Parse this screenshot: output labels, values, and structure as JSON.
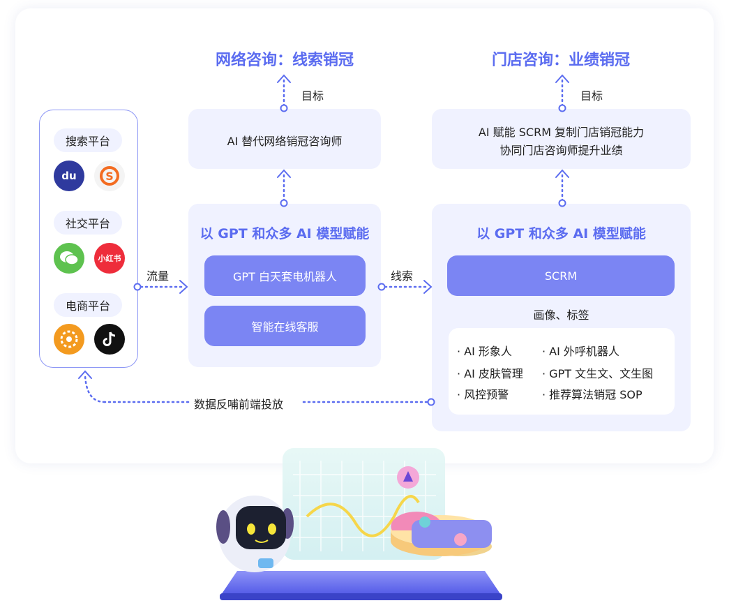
{
  "titles": {
    "online": "网络咨询：线索销冠",
    "store": "门店咨询：业绩销冠"
  },
  "goal_label": "目标",
  "platforms": {
    "search": "搜索平台",
    "social": "社交平台",
    "ecommerce": "电商平台",
    "xiaohongshu_logo": "小红书",
    "baidu_logo": "du"
  },
  "flows": {
    "traffic": "流量",
    "leads": "线索",
    "feedback": "数据反哺前端投放",
    "profile": "画像、标签"
  },
  "online_goal_box": "AI 替代网络销冠咨询师",
  "store_goal_box": {
    "line1": "AI 赋能 SCRM 复制门店销冠能力",
    "line2": "协同门店咨询师提升业绩"
  },
  "empower_title": "以 GPT 和众多 AI 模型赋能",
  "online_buttons": [
    "GPT 白天套电机器人",
    "智能在线客服"
  ],
  "scrm_button": "SCRM",
  "features": [
    "· AI 形象人",
    "· AI 外呼机器人",
    "· AI 皮肤管理",
    "· GPT 文生文、文生图",
    "· 风控预警",
    "· 推荐算法销冠 SOP"
  ],
  "colors": {
    "accent": "#5b6cf0",
    "button": "#7b85f3",
    "panel": "#f0f2ff"
  }
}
